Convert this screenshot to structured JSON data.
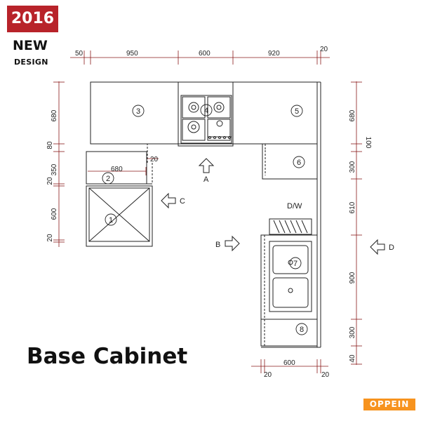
{
  "badge": {
    "year": "2016",
    "line1": "NEW",
    "line2": "DESIGN"
  },
  "caption": "Base Cabinet",
  "brand": "OPPEIN",
  "colors": {
    "badge_red": "#b8232a",
    "dimension_line": "#8a1a1a",
    "brand_orange": "#f7931e",
    "line": "#222222"
  },
  "dimensions": {
    "top": [
      "50",
      "950",
      "600",
      "920",
      "20"
    ],
    "left": [
      "680",
      "80",
      "350",
      "20",
      "600",
      "20"
    ],
    "right": [
      "680",
      "100",
      "300",
      "610",
      "900",
      "300",
      "40"
    ],
    "bottom": [
      "20",
      "600",
      "20"
    ],
    "inner": [
      "680",
      "20"
    ]
  },
  "cabinets": [
    "1",
    "2",
    "3",
    "4",
    "5",
    "6",
    "7",
    "8"
  ],
  "views": [
    "A",
    "B",
    "C",
    "D"
  ],
  "appliance_label": "D/W"
}
